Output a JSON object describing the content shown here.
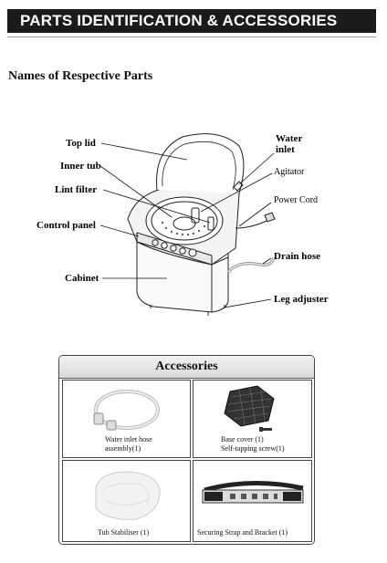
{
  "header": {
    "title": "PARTS IDENTIFICATION & ACCESSORIES"
  },
  "section": {
    "title": "Names of Respective Parts"
  },
  "parts": {
    "top_lid": "Top  lid",
    "inner_tub": "Inner tub",
    "lint_filter": "Lint  filter",
    "control_panel": "Control  panel",
    "cabinet": "Cabinet",
    "water_inlet_1": "Water",
    "water_inlet_2": "inlet",
    "agitator": "Agitator",
    "power_cord": "Power Cord",
    "drain_hose": "Drain hose",
    "leg_adjuster": "Leg adjuster"
  },
  "accessories": {
    "title": "Accessories",
    "items": [
      {
        "line1": "Water inlet hose",
        "line2": "assembly(1)"
      },
      {
        "line1": "Base cover (1)",
        "line2": "Self-tapping screw(1)"
      },
      {
        "line1": "Tub Stabiliser (1)"
      },
      {
        "line1": "Securing Strap and Bracket (1)"
      }
    ]
  }
}
